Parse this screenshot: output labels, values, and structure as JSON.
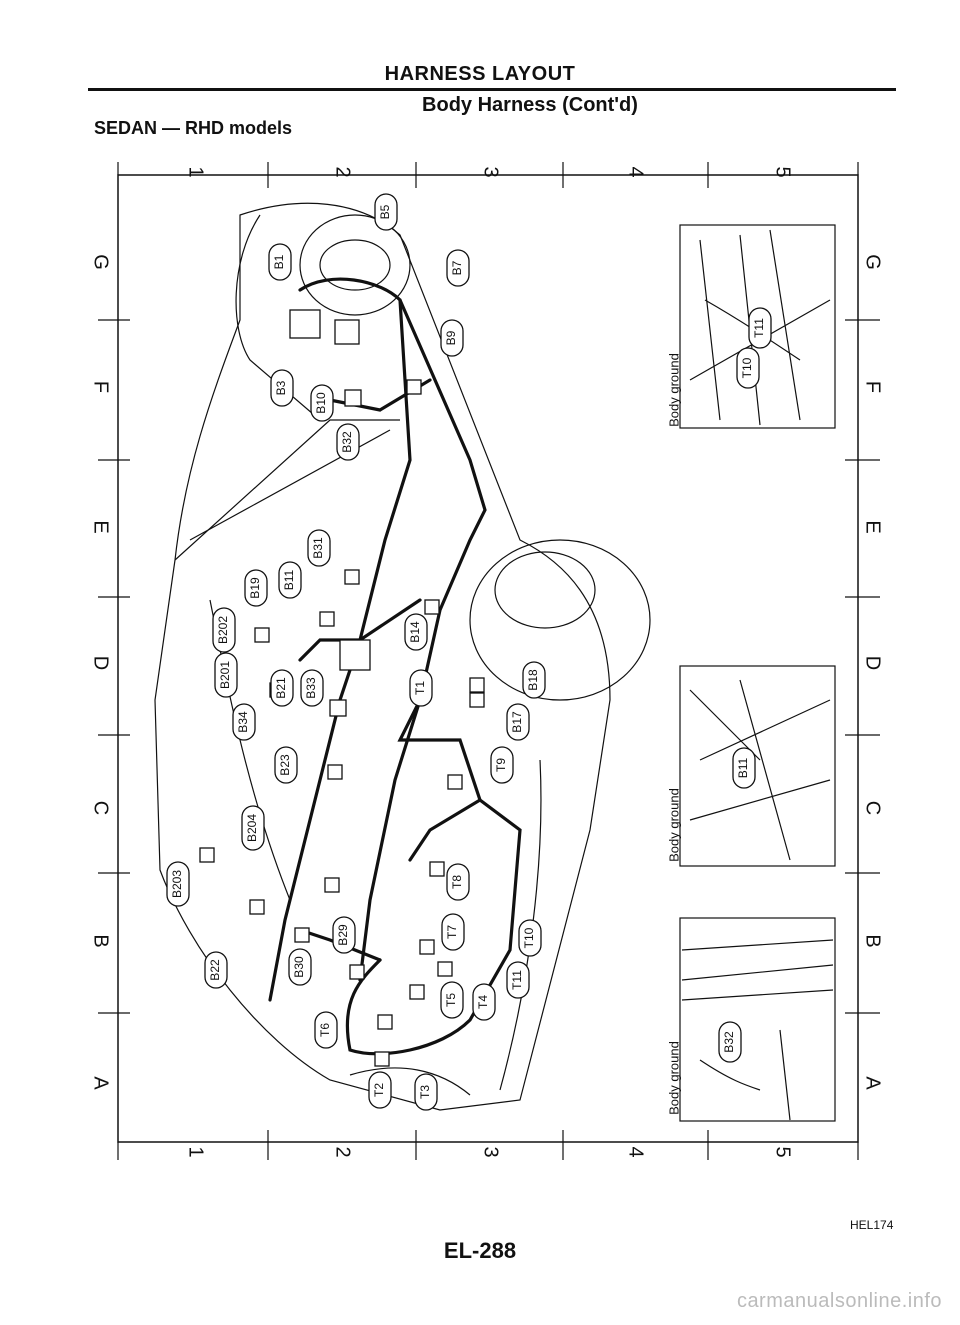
{
  "header": {
    "title": "HARNESS LAYOUT",
    "subtitle": "Body Harness (Cont'd)",
    "model": "SEDAN — RHD models"
  },
  "grid": {
    "columns": [
      "1",
      "2",
      "3",
      "4",
      "5"
    ],
    "rows": [
      "G",
      "F",
      "E",
      "D",
      "C",
      "B",
      "A"
    ]
  },
  "connectors": [
    "B5",
    "B1",
    "B7",
    "B9",
    "B3",
    "B10",
    "B32",
    "B31",
    "B19",
    "B11",
    "B202",
    "B14",
    "B201",
    "B21",
    "B33",
    "T1",
    "B18",
    "B34",
    "B17",
    "B23",
    "T9",
    "B204",
    "B203",
    "T8",
    "B29",
    "T7",
    "T10",
    "B22",
    "B30",
    "T11",
    "T5",
    "T4",
    "T6",
    "T3",
    "T2"
  ],
  "insets": [
    {
      "label": "Body ground",
      "connectors": [
        "T11",
        "T10"
      ]
    },
    {
      "label": "Body ground",
      "connectors": [
        "B11"
      ]
    },
    {
      "label": "Body ground",
      "connectors": [
        "B32"
      ]
    }
  ],
  "footer": {
    "figure_code": "HEL174",
    "page_number": "EL-288",
    "watermark": "carmanualsonline.info"
  }
}
